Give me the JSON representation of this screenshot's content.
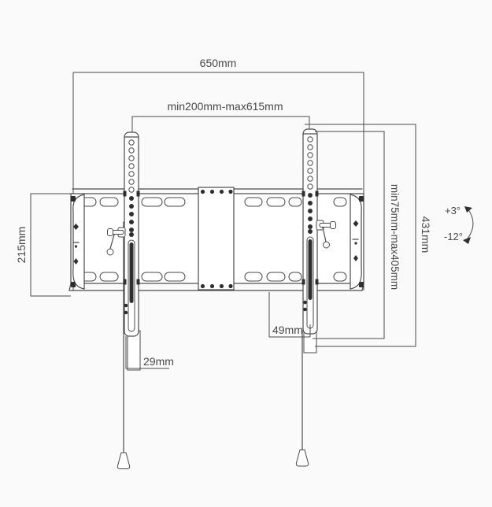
{
  "colors": {
    "line": "#4a4a4a",
    "ink": "#2f2f2f",
    "text": "#474747",
    "surface": "#ffffff",
    "background": "#fafafa"
  },
  "labels": {
    "overall_width": "650mm",
    "vesa_width_range": "min200mm-max615mm",
    "plate_height": "215mm",
    "vesa_height_range": "min75mm-max405mm",
    "overall_height": "431mm",
    "tilt_up": "+3°",
    "tilt_down": "-12°",
    "left_offset": "29mm",
    "right_offset": "49mm"
  }
}
